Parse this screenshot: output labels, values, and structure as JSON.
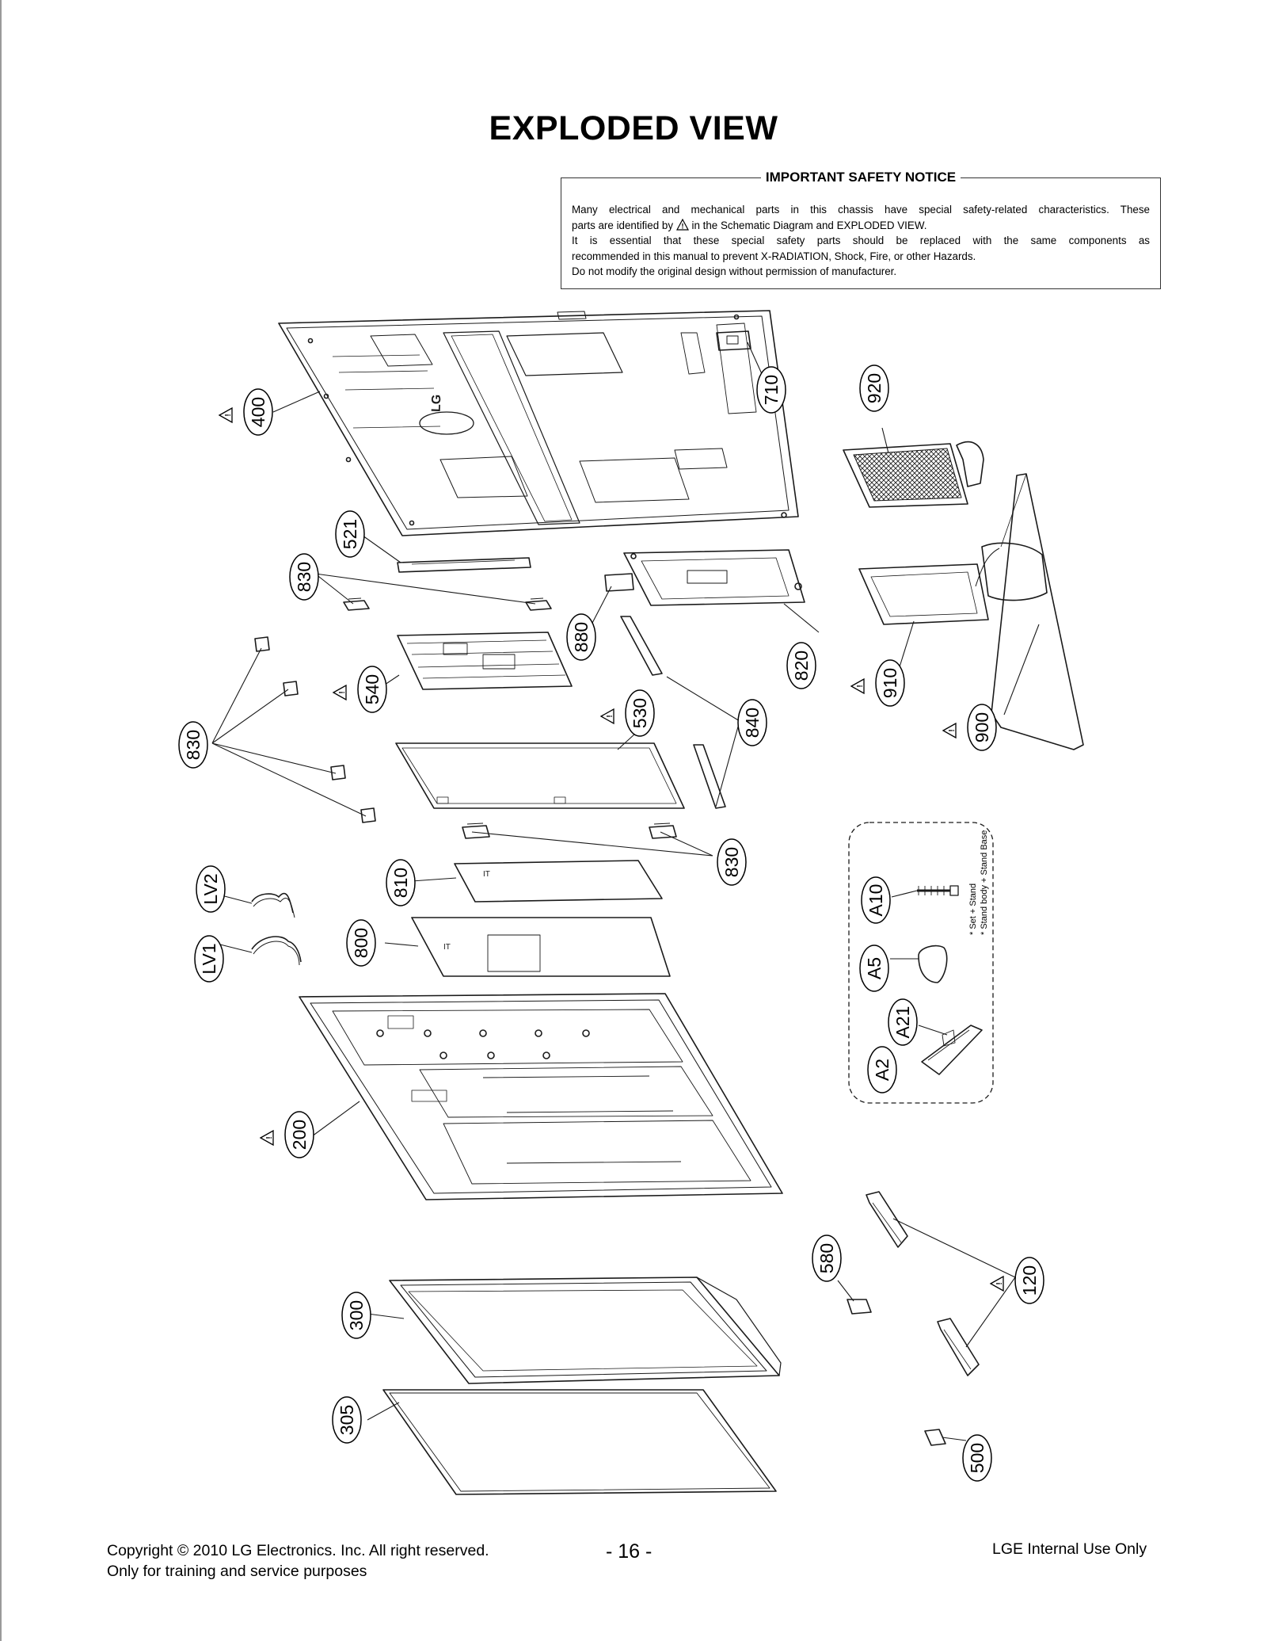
{
  "page": {
    "title": "EXPLODED VIEW",
    "page_number": "- 16 -",
    "copyright_line1": "Copyright  © 2010 LG Electronics. Inc. All right reserved.",
    "copyright_line2": "Only for training and service purposes",
    "internal_use": "LGE Internal Use Only"
  },
  "notice": {
    "title": "IMPORTANT SAFETY NOTICE",
    "line1": "Many electrical and mechanical parts in this chassis have special safety-related characteristics. These",
    "line2_before": "parts are identified by",
    "line2_after": "in the Schematic Diagram and EXPLODED VIEW.",
    "line3": "It is essential that these special safety parts should be replaced with the same components as",
    "line4": "recommended in this manual to prevent X-RADIATION, Shock, Fire, or other Hazards.",
    "line5": "Do not modify the original design without permission of manufacturer."
  },
  "part_labels": [
    {
      "id": "400",
      "text": "400",
      "safety": true
    },
    {
      "id": "710",
      "text": "710",
      "safety": false
    },
    {
      "id": "920",
      "text": "920",
      "safety": false
    },
    {
      "id": "521",
      "text": "521",
      "safety": false
    },
    {
      "id": "830a",
      "text": "830",
      "safety": false
    },
    {
      "id": "880",
      "text": "880",
      "safety": false
    },
    {
      "id": "820",
      "text": "820",
      "safety": false
    },
    {
      "id": "910",
      "text": "910",
      "safety": true
    },
    {
      "id": "540",
      "text": "540",
      "safety": true
    },
    {
      "id": "530",
      "text": "530",
      "safety": true
    },
    {
      "id": "840",
      "text": "840",
      "safety": false
    },
    {
      "id": "900",
      "text": "900",
      "safety": true
    },
    {
      "id": "830b",
      "text": "830",
      "safety": false
    },
    {
      "id": "830c",
      "text": "830",
      "safety": false
    },
    {
      "id": "810",
      "text": "810",
      "safety": false
    },
    {
      "id": "LV2",
      "text": "LV2",
      "safety": false
    },
    {
      "id": "LV1",
      "text": "LV1",
      "safety": false
    },
    {
      "id": "800",
      "text": "800",
      "safety": false
    },
    {
      "id": "A10",
      "text": "A10",
      "safety": false
    },
    {
      "id": "A5",
      "text": "A5",
      "safety": false
    },
    {
      "id": "A21",
      "text": "A21",
      "safety": false
    },
    {
      "id": "A2",
      "text": "A2",
      "safety": false
    },
    {
      "id": "200",
      "text": "200",
      "safety": true
    },
    {
      "id": "580",
      "text": "580",
      "safety": false
    },
    {
      "id": "120",
      "text": "120",
      "safety": true
    },
    {
      "id": "300",
      "text": "300",
      "safety": false
    },
    {
      "id": "305",
      "text": "305",
      "safety": false
    },
    {
      "id": "500",
      "text": "500",
      "safety": false
    }
  ],
  "accessory_box": {
    "note1": "* Set + Stand",
    "note2": "* Stand body + Stand Base"
  }
}
